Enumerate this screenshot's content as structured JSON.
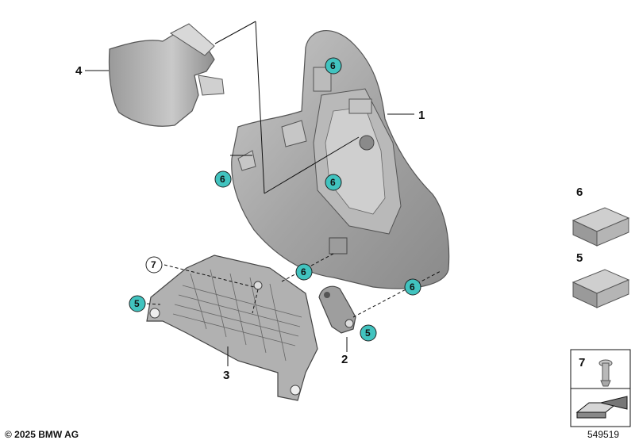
{
  "colors": {
    "teal_badge": "#41c3bf",
    "part_fill": "#a9a9a9",
    "part_dark": "#7c7c7c",
    "part_light": "#d2d2d2",
    "line": "#111111"
  },
  "callouts": {
    "part_1": "1",
    "part_2": "2",
    "part_3": "3",
    "part_4": "4",
    "legend_6": "6",
    "legend_5": "5",
    "legend_7": "7"
  },
  "badges": {
    "b6_top": "6",
    "b6_left": "6",
    "b6_center": "6",
    "b6_bottom": "6",
    "b6_right": "6",
    "b5_left": "5",
    "b5_right": "5",
    "c7_outline": "7"
  },
  "legend": {
    "item_6_icon": "clip-block-icon",
    "item_5_icon": "clip-block-icon",
    "item_7_icon": "push-rivet-icon",
    "arrow_icon": "direction-arrow-icon"
  },
  "footer": {
    "copyright": "© 2025 BMW AG",
    "diagram_number": "549519"
  }
}
